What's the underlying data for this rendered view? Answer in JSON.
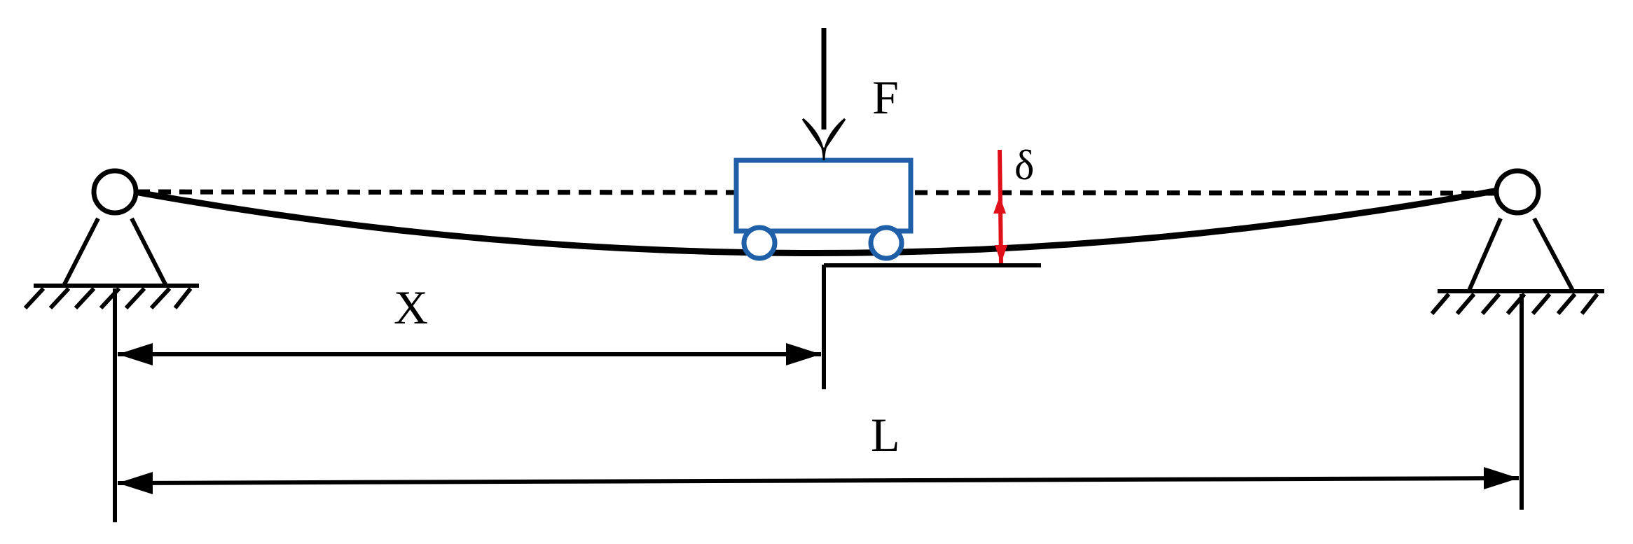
{
  "labels": {
    "force": "F",
    "deflection": "δ",
    "position": "X",
    "span": "L"
  },
  "colors": {
    "line": "#000000",
    "cart": "#1f5fa8",
    "deflection_marker": "#e0101a"
  }
}
